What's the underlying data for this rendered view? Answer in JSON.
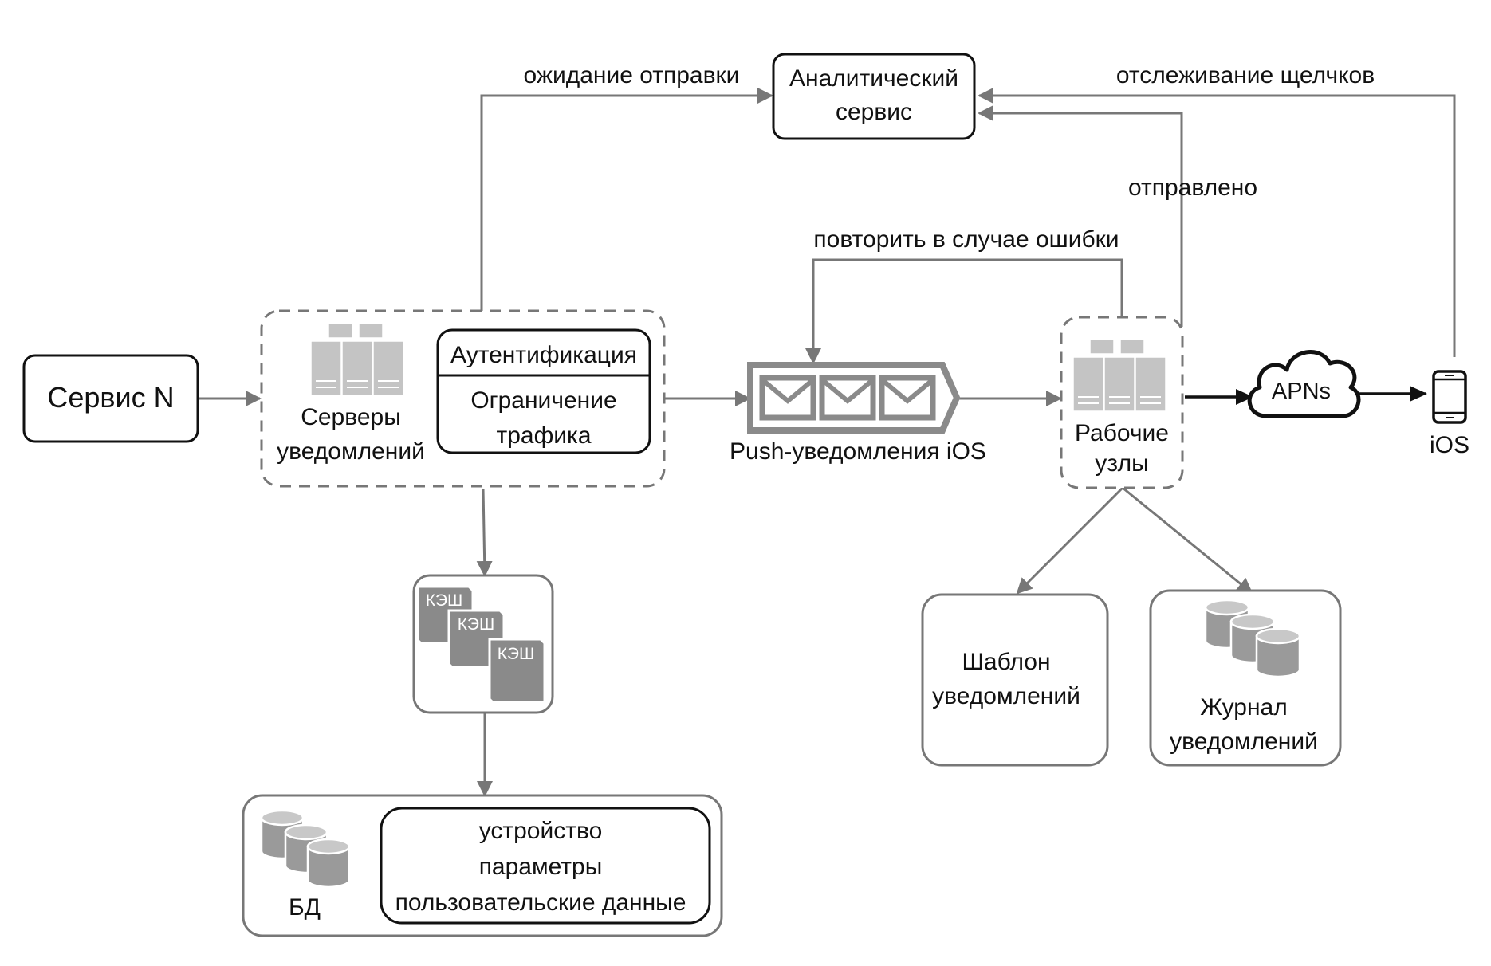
{
  "nodes": {
    "service_n": "Сервис N",
    "notification_servers": [
      "Серверы",
      "уведомлений"
    ],
    "auth": "Аутентификация",
    "rate_limit": [
      "Ограничение",
      "трафика"
    ],
    "analytics": [
      "Аналитический",
      "сервис"
    ],
    "queue": "Push-уведомления iOS",
    "workers": [
      "Рабочие",
      "узлы"
    ],
    "apns": "APNs",
    "ios": "iOS",
    "cache": [
      "КЭШ",
      "КЭШ",
      "КЭШ"
    ],
    "db": "БД",
    "db_contents": [
      "устройство",
      "параметры",
      "пользовательские данные"
    ],
    "template": [
      "Шаблон",
      "уведомлений"
    ],
    "log": [
      "Журнал",
      "уведомлений"
    ]
  },
  "edges": {
    "pending": "ожидание отправки",
    "click_tracking": "отслеживание щелчков",
    "sent": "отправлено",
    "retry": "повторить в случае ошибки"
  },
  "colors": {
    "line": "#777777",
    "dark": "#111111",
    "server": "#c4c4c4",
    "storage": "#9a9a9a"
  },
  "icons": [
    "server-rack-icon",
    "cloud-icon",
    "smartphone-icon",
    "database-icon",
    "envelope-icon",
    "cache-icon"
  ]
}
